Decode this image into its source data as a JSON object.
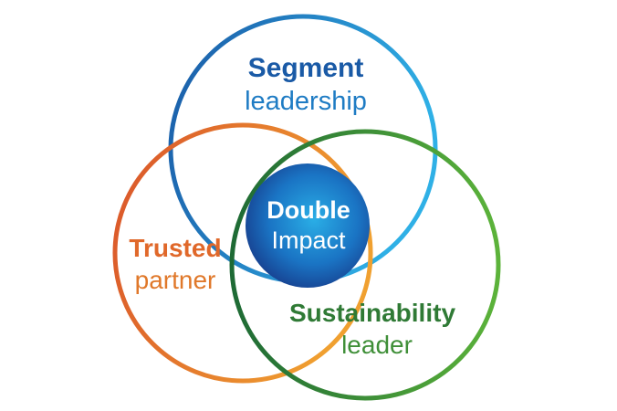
{
  "diagram": {
    "segment": {
      "title": "Segment",
      "subtitle": "leadership"
    },
    "trusted": {
      "title": "Trusted",
      "subtitle": "partner"
    },
    "sustainability": {
      "title": "Sustainability",
      "subtitle": "leader"
    },
    "center": {
      "title": "Double",
      "subtitle": "Impact"
    }
  },
  "colors": {
    "blue_dark": "#1a5aa6",
    "blue_light": "#2fb0e6",
    "orange": "#e8892a",
    "orange_red": "#d9532a",
    "green_dark": "#1e6a35",
    "green_light": "#5cb33a"
  }
}
